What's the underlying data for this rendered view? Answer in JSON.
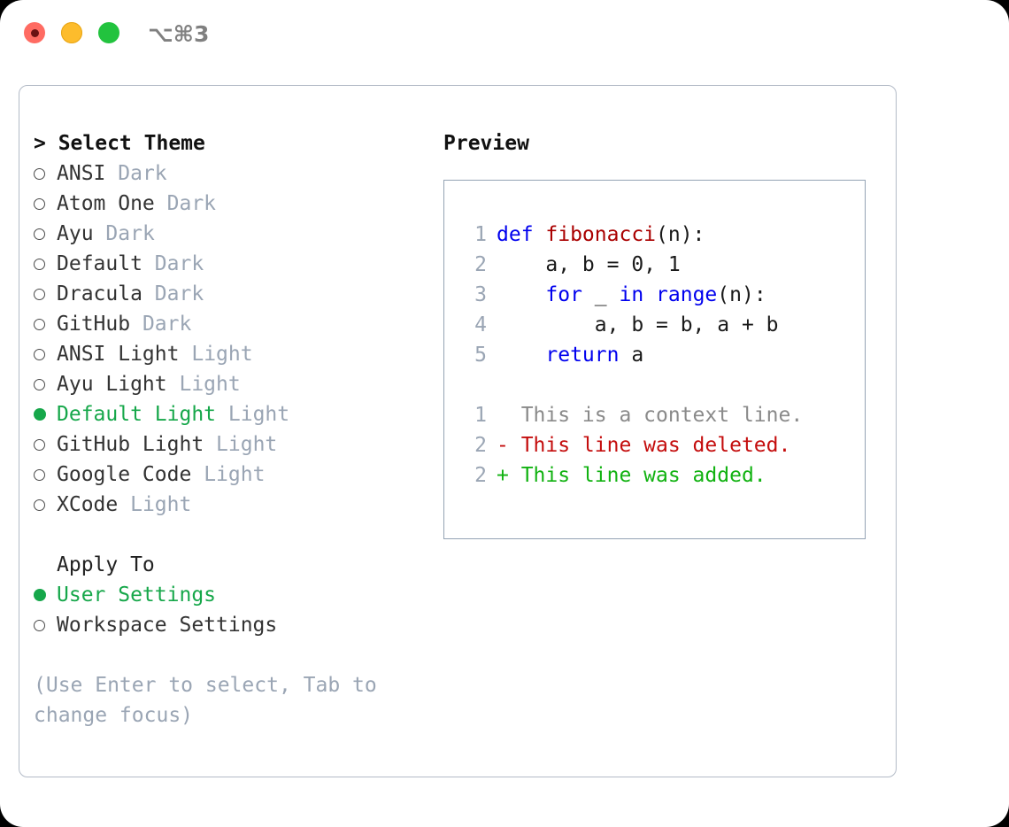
{
  "titlebar": {
    "shortcut": "⌥⌘3",
    "buttons": [
      "close",
      "minimize",
      "maximize"
    ]
  },
  "theme_picker": {
    "header": "> Select Theme",
    "items": [
      {
        "marker": "○",
        "label": "ANSI",
        "suffix": "Dark",
        "selected": false
      },
      {
        "marker": "○",
        "label": "Atom One",
        "suffix": "Dark",
        "selected": false
      },
      {
        "marker": "○",
        "label": "Ayu",
        "suffix": "Dark",
        "selected": false
      },
      {
        "marker": "○",
        "label": "Default",
        "suffix": "Dark",
        "selected": false
      },
      {
        "marker": "○",
        "label": "Dracula",
        "suffix": "Dark",
        "selected": false
      },
      {
        "marker": "○",
        "label": "GitHub",
        "suffix": "Dark",
        "selected": false
      },
      {
        "marker": "○",
        "label": "ANSI Light",
        "suffix": "Light",
        "selected": false
      },
      {
        "marker": "○",
        "label": "Ayu Light",
        "suffix": "Light",
        "selected": false
      },
      {
        "marker": "●",
        "label": "Default Light",
        "suffix": "Light",
        "selected": true
      },
      {
        "marker": "○",
        "label": "GitHub Light",
        "suffix": "Light",
        "selected": false
      },
      {
        "marker": "○",
        "label": "Google Code",
        "suffix": "Light",
        "selected": false
      },
      {
        "marker": "○",
        "label": "XCode",
        "suffix": "Light",
        "selected": false
      }
    ]
  },
  "apply_to": {
    "header": "Apply To",
    "items": [
      {
        "marker": "●",
        "label": "User Settings",
        "selected": true
      },
      {
        "marker": "○",
        "label": "Workspace Settings",
        "selected": false
      }
    ]
  },
  "hint": "(Use Enter to select, Tab to change focus)",
  "preview": {
    "title": "Preview",
    "code_lines": [
      {
        "n": "1",
        "tokens": [
          {
            "t": "def ",
            "c": "kw"
          },
          {
            "t": "fibonacci",
            "c": "fn"
          },
          {
            "t": "(n):",
            "c": "plain"
          }
        ]
      },
      {
        "n": "2",
        "tokens": [
          {
            "t": "    a, b = 0, 1",
            "c": "plain"
          }
        ]
      },
      {
        "n": "3",
        "tokens": [
          {
            "t": "    ",
            "c": "plain"
          },
          {
            "t": "for",
            "c": "kw"
          },
          {
            "t": " _ ",
            "c": "plain"
          },
          {
            "t": "in",
            "c": "kw"
          },
          {
            "t": " ",
            "c": "plain"
          },
          {
            "t": "range",
            "c": "kw"
          },
          {
            "t": "(n):",
            "c": "plain"
          }
        ]
      },
      {
        "n": "4",
        "tokens": [
          {
            "t": "        a, b = b, a + b",
            "c": "plain"
          }
        ]
      },
      {
        "n": "5",
        "tokens": [
          {
            "t": "    ",
            "c": "plain"
          },
          {
            "t": "return",
            "c": "kw"
          },
          {
            "t": " a",
            "c": "plain"
          }
        ]
      }
    ],
    "diff_lines": [
      {
        "n": "1",
        "tokens": [
          {
            "t": "  This is a context line.",
            "c": "ctx"
          }
        ]
      },
      {
        "n": "2",
        "tokens": [
          {
            "t": "- This line was deleted.",
            "c": "del"
          }
        ]
      },
      {
        "n": "2",
        "tokens": [
          {
            "t": "+ This line was added.",
            "c": "add"
          }
        ]
      }
    ]
  },
  "colors": {
    "accent_green": "#16a74a",
    "muted": "#9aa5b4",
    "keyword": "#0000ee",
    "function": "#aa0000",
    "diff_delete": "#c40d0d",
    "diff_add": "#11b211",
    "border": "#94a3b4",
    "dialog_border": "#b3bbc7"
  }
}
